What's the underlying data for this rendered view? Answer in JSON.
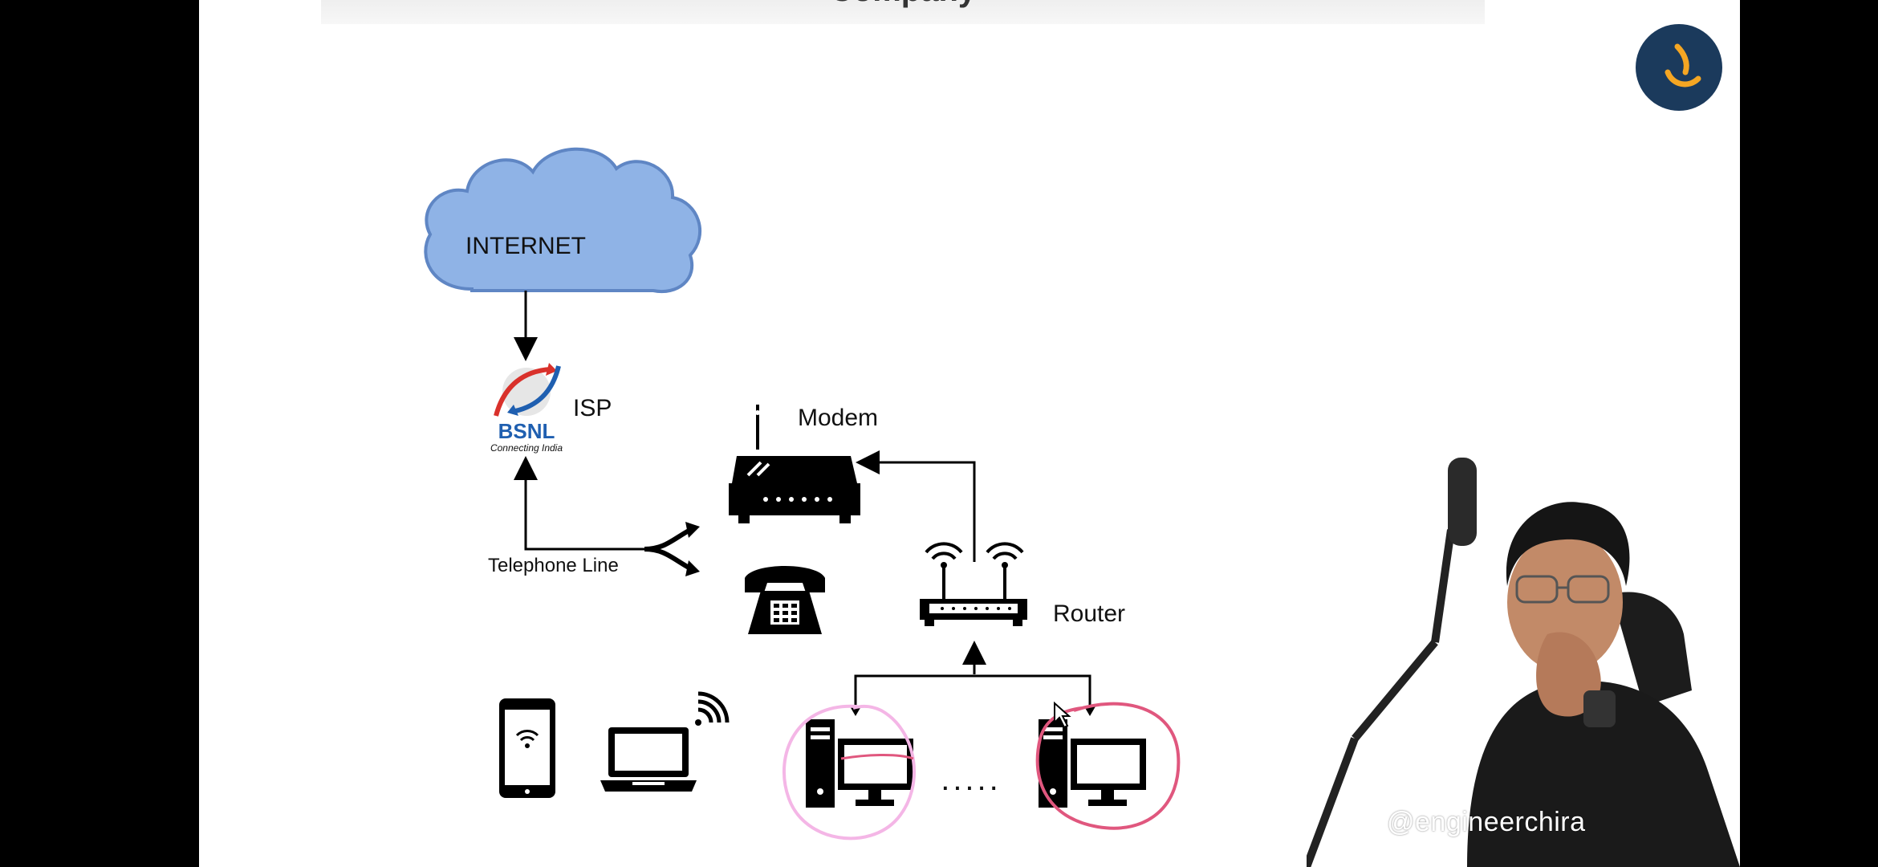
{
  "slide": {
    "title": "Company"
  },
  "diagram": {
    "nodes": {
      "internet": "INTERNET",
      "isp": "ISP",
      "isp_brand": "BSNL",
      "isp_tagline": "Connecting India",
      "modem": "Modem",
      "router": "Router",
      "telephone_line": "Telephone Line",
      "ellipsis": "....."
    }
  },
  "brand": {
    "logo_icon": "channel-logo-icon",
    "logo_bg": "#1b3a5c",
    "logo_accent": "#f5a623"
  },
  "watermark": {
    "handle": "@engineerchira"
  },
  "colors": {
    "cloud_fill": "#8fb3e6",
    "cloud_stroke": "#5f86c4",
    "annotation_pink": "#f4b6e6",
    "annotation_red": "#e0577e",
    "bsnl_blue": "#1f5fb0",
    "bsnl_red": "#d9312b"
  }
}
